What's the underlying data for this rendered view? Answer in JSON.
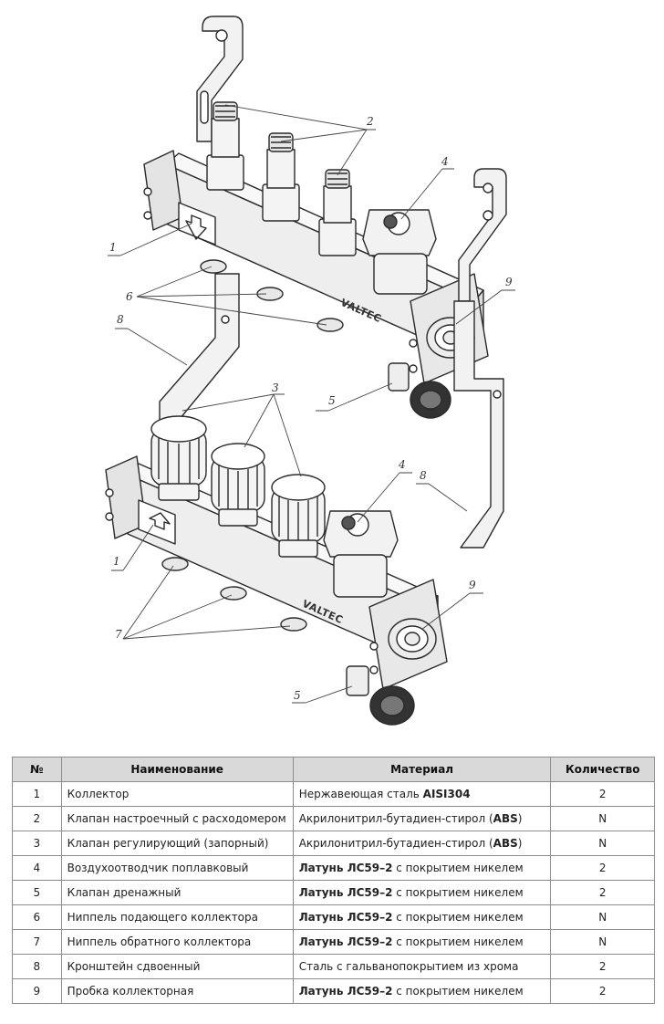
{
  "drawing": {
    "callouts": {
      "n2": "2",
      "n4a": "4",
      "n1a": "1",
      "n6": "6",
      "n9a": "9",
      "n8a": "8",
      "n5a": "5",
      "n3": "3",
      "n4b": "4",
      "n8b": "8",
      "n1b": "1",
      "n9b": "9",
      "n7": "7",
      "n5b": "5"
    },
    "brand_top": "VALTEC",
    "brand_bottom": "VALTEC"
  },
  "table": {
    "headers": [
      "№",
      "Наименование",
      "Материал",
      "Количество"
    ],
    "rows": [
      {
        "num": "1",
        "name": "Коллектор",
        "mat_pre": "Нержавеющая сталь ",
        "mat_bold": "AISI304",
        "mat_post": "",
        "qty": "2"
      },
      {
        "num": "2",
        "name": "Клапан настроечный с расходомером",
        "mat_pre": "Акрилонитрил-бутадиен-стирол (",
        "mat_bold": "ABS",
        "mat_post": ")",
        "qty": "N"
      },
      {
        "num": "3",
        "name": "Клапан регулирующий (запорный)",
        "mat_pre": "Акрилонитрил-бутадиен-стирол (",
        "mat_bold": "ABS",
        "mat_post": ")",
        "qty": "N"
      },
      {
        "num": "4",
        "name": "Воздухоотводчик поплавковый",
        "mat_pre": "",
        "mat_bold": "Латунь ЛС59–2",
        "mat_post": " с покрытием никелем",
        "qty": "2"
      },
      {
        "num": "5",
        "name": "Клапан дренажный",
        "mat_pre": "",
        "mat_bold": "Латунь ЛС59–2",
        "mat_post": " с покрытием никелем",
        "qty": "2"
      },
      {
        "num": "6",
        "name": "Ниппель подающего коллектора",
        "mat_pre": "",
        "mat_bold": "Латунь ЛС59–2",
        "mat_post": " с покрытием никелем",
        "qty": "N"
      },
      {
        "num": "7",
        "name": "Ниппель обратного коллектора",
        "mat_pre": "",
        "mat_bold": "Латунь ЛС59–2",
        "mat_post": " с покрытием никелем",
        "qty": "N"
      },
      {
        "num": "8",
        "name": "Кронштейн сдвоенный",
        "mat_pre": "Сталь с гальванопокрытием из хрома",
        "mat_bold": "",
        "mat_post": "",
        "qty": "2"
      },
      {
        "num": "9",
        "name": "Пробка коллекторная",
        "mat_pre": "",
        "mat_bold": "Латунь ЛС59–2",
        "mat_post": " с покрытием никелем",
        "qty": "2"
      }
    ]
  }
}
